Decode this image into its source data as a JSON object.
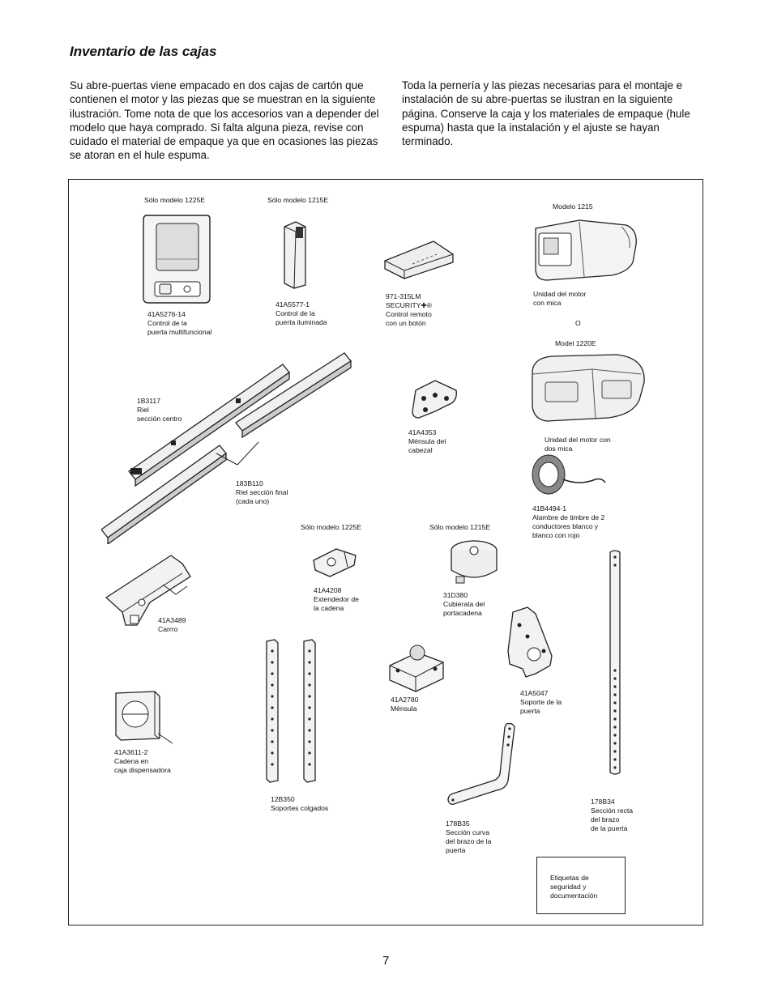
{
  "title": "Inventario de las cajas",
  "intro_left": "Su abre-puertas viene empacado en dos cajas de cartón que contienen el motor y las piezas que se muestran en la siguiente ilustración. Tome nota de que los accesorios van a depender del modelo que haya comprado. Si falta alguna pieza, revise con cuidado el material de empaque ya que en ocasiones las piezas se atoran en el hule espuma.",
  "intro_right": "Toda la pernería y las piezas necesarias para el montaje e instalación de su abre-puertas se ilustran en la siguiente página. Conserve la caja y los materiales de empaque (hule espuma) hasta que la instalación y el ajuste se hayan terminado.",
  "page_number": "7",
  "parts": {
    "note_1225e_a": "Sólo modelo 1225E",
    "note_1215e_a": "Sólo modelo 1215E",
    "model_1215": "Modelo 1215",
    "multifunction_control": "41A5276-14\nControl de la\npuerta multifuncional",
    "lighted_control": "41A5577-1\nControl de la\npuerta iluminada",
    "remote": "971-315LM\nSECURITY✚®\nControl remoto\ncon un botón",
    "motor_one_lens": "Unidad del motor\ncon mica",
    "or": "O",
    "model_1220e": "Model 1220E",
    "rail_center": "1B3117\nRiel\nsección centro",
    "header_bracket": "41A4353\nMénsula del\ncabezal",
    "motor_two_lens": "Unidad del motor con\ndos mica",
    "rail_end": "183B110\nRiel sección final\n(cada uno)",
    "bell_wire": "41B4494-1\nAlambre de timbre de 2\nconductores blanco y\nblanco con rojo",
    "note_1225e_b": "Sólo modelo 1225E",
    "note_1215e_b": "Sólo modelo 1215E",
    "chain_spreader": "41A4208\nExtendedor de\nla cadena",
    "sprocket_cover": "31D380\nCubierata del\nportacadena",
    "trolley": "41A3489\nCarrro",
    "bracket": "41A2780\nMénsula",
    "door_bracket": "41A5047\nSoporte de la\npuerta",
    "chain": "41A3611-2\nCadena en\ncaja dispensadora",
    "hangers": "12B350\nSoportes colgados",
    "straight_arm": "178B34\nSección recta\ndel brazo\nde la puerta",
    "curved_arm": "178B35\nSección curva\ndel brazo de la\npuerta",
    "labels_docs": "Etiquetas de\nseguridad y\ndocumentación"
  }
}
